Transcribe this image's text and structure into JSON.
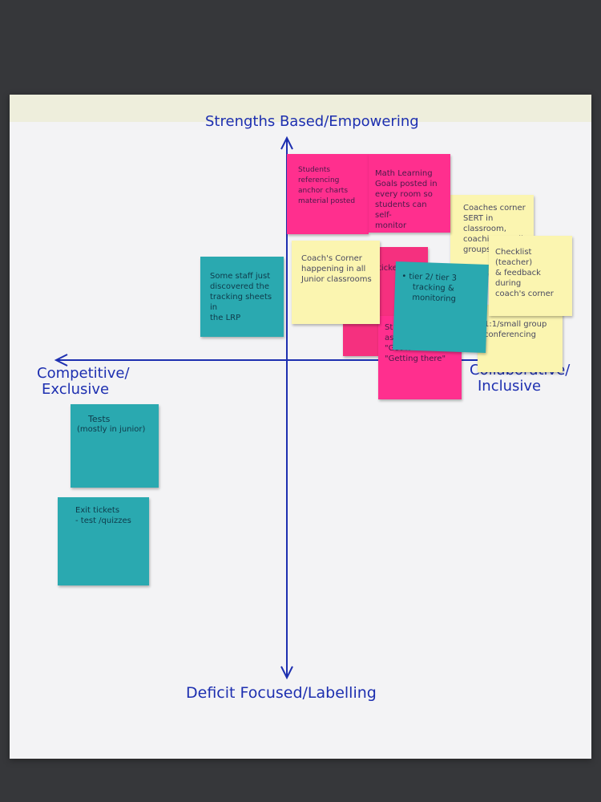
{
  "axes": {
    "top": "Strengths Based/Empowering",
    "bottom": "Deficit Focused/Labelling",
    "left_line1": "Competitive/",
    "left_line2": "Exclusive",
    "right_line1": "Collaborative/",
    "right_line2": "Inclusive"
  },
  "colors": {
    "ink": "#1d2fb0",
    "pink": "#ff2f8e",
    "yellow": "#fbf5b0",
    "teal": "#2aa9b0",
    "paper": "#f3f3f5"
  },
  "notes": {
    "n1": {
      "lines": [
        "Students referencing",
        "anchor charts",
        "material posted"
      ]
    },
    "n2": {
      "lines": [
        "Math Learning",
        "Goals posted in",
        "every room so",
        "students can self-",
        "monitor"
      ]
    },
    "n3": {
      "lines": [
        "Coaches corner",
        "SERT in classroom,",
        "coaching small",
        "groups"
      ]
    },
    "n4": {
      "lines": [
        "Checklist (teacher)",
        "& feedback during",
        "coach's corner"
      ]
    },
    "n5": {
      "lines": [
        "Some staff just",
        "discovered the",
        "tracking sheets in",
        "the LRP"
      ]
    },
    "n6": {
      "lines": [
        "Coach's Corner",
        "happening in all",
        "Junior classrooms"
      ]
    },
    "n7": {
      "lines": [
        "tickets?"
      ]
    },
    "n8": {
      "lines": [
        "• tier 2/ tier 3",
        "tracking &",
        "monitoring"
      ]
    },
    "n9": {
      "lines": [
        "1:1/small group",
        "conferencing"
      ]
    },
    "n10": {
      "lines": [
        "St",
        "as",
        "\"Got it\"",
        "\"Getting there\""
      ]
    },
    "n11": {
      "lines": [
        "Tests",
        "(mostly in junior)"
      ]
    },
    "n12": {
      "lines": [
        "Exit tickets",
        "- test /quizzes"
      ]
    }
  }
}
